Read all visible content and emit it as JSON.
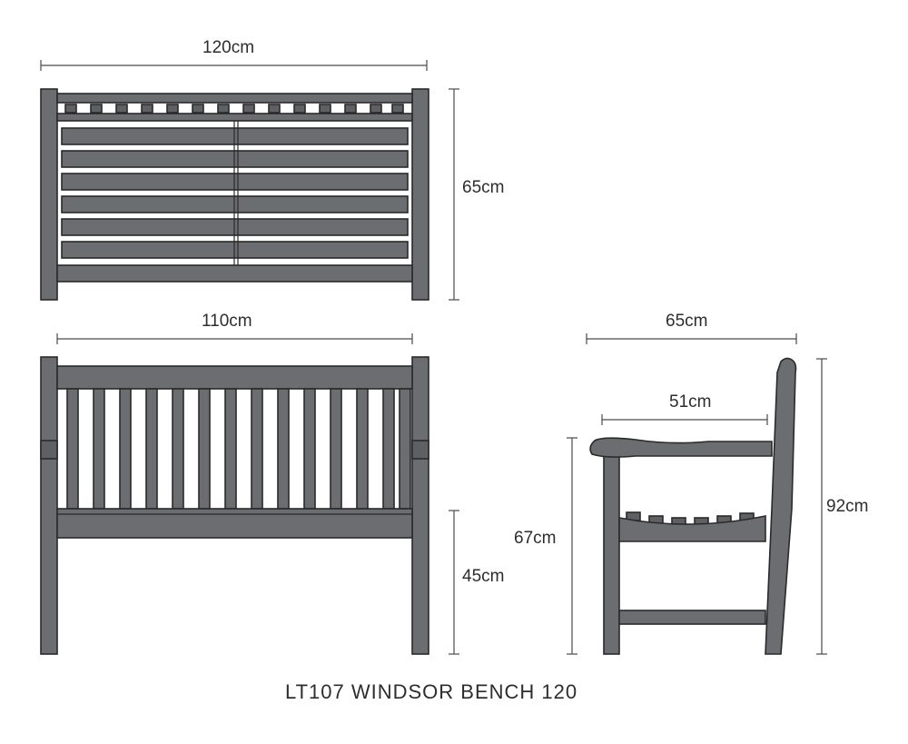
{
  "title": "LT107 WINDSOR BENCH 120",
  "views": {
    "top": {
      "width_label": "120cm",
      "depth_label": "65cm"
    },
    "front": {
      "width_label": "110cm",
      "seat_height_label": "45cm"
    },
    "side": {
      "depth_label": "65cm",
      "seat_depth_label": "51cm",
      "arm_height_label": "67cm",
      "total_height_label": "92cm"
    }
  },
  "colors": {
    "wood": "#6c6d70",
    "outline": "#2a2a2a",
    "dimension": "#4a4a4a",
    "text": "#2d2d2d"
  }
}
